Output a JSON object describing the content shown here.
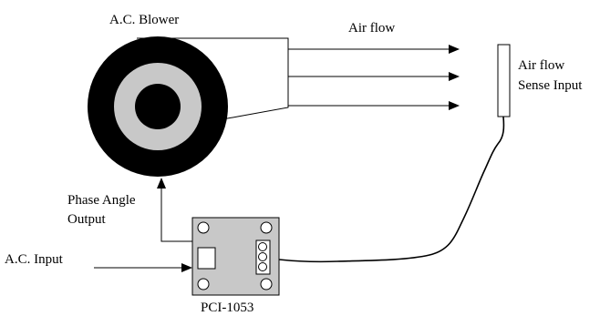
{
  "labels": {
    "blower": "A.C. Blower",
    "air_flow": "Air flow",
    "sensor_line1": "Air flow",
    "sensor_line2": "Sense Input",
    "phase_line1": "Phase Angle",
    "phase_line2": "Output",
    "ac_input": "A.C. Input",
    "board": "PCI-1053"
  },
  "colors": {
    "blower_outer": "#000000",
    "blower_ring": "#c8c8c8",
    "board_fill": "#c8c8c8",
    "line": "#000000"
  }
}
